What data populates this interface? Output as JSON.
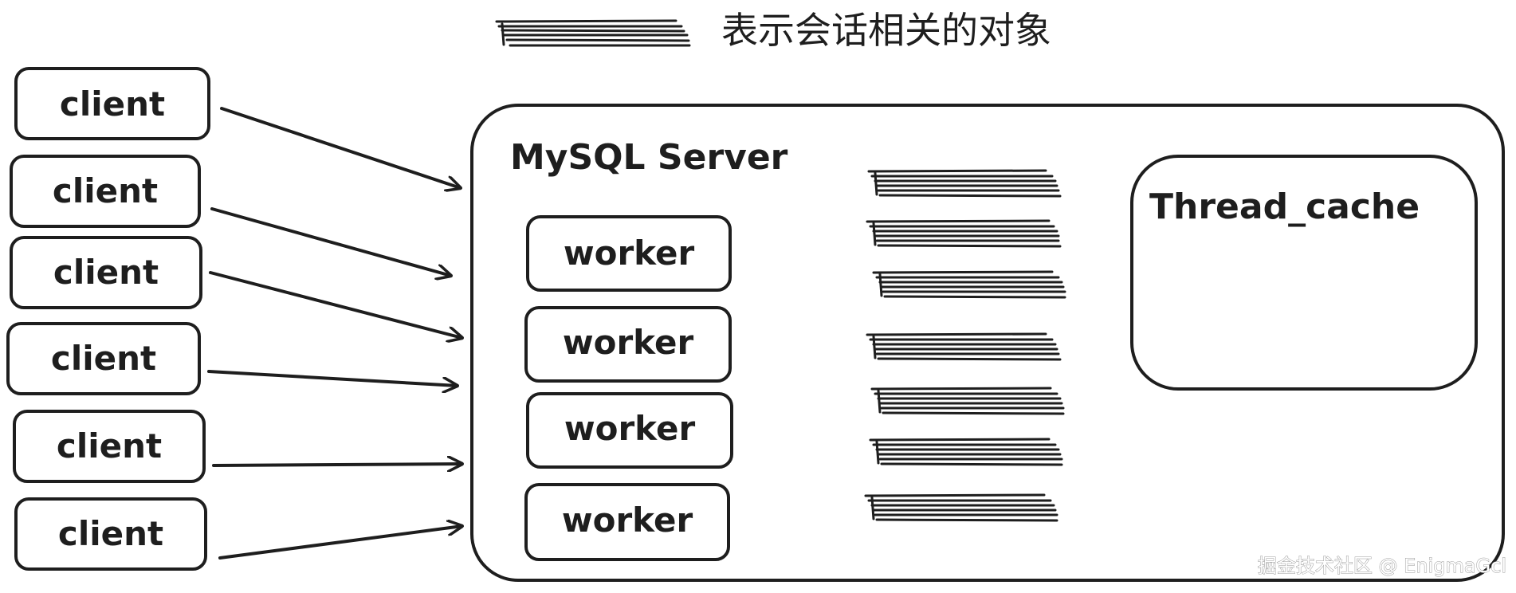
{
  "legend": {
    "label": "表示会话相关的对象"
  },
  "clients": [
    "client",
    "client",
    "client",
    "client",
    "client",
    "client"
  ],
  "server": {
    "title": "MySQL Server",
    "workers": [
      "worker",
      "worker",
      "worker",
      "worker"
    ],
    "thread_cache_label": "Thread_cache",
    "session_object_count": 7
  },
  "watermark": "掘金技术社区 @ EnigmaGcl",
  "colors": {
    "stroke": "#1e1e1e",
    "background": "#ffffff"
  }
}
